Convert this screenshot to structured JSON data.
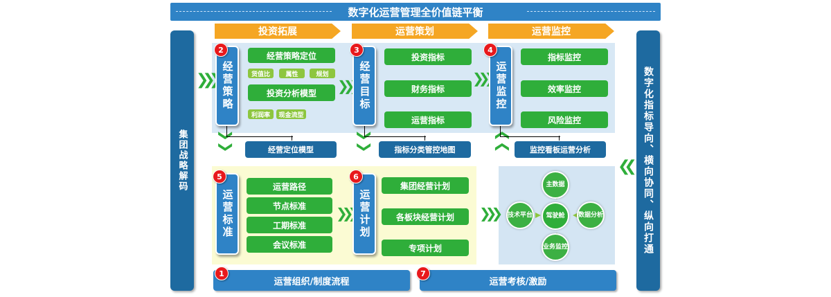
{
  "title": "数字化运营管理全价值链平衡",
  "left_side": "集团战略解码",
  "right_side": "数字化指标导向、横向协同、纵向打通",
  "phases": [
    "投资拓展",
    "运营策划",
    "运营监控"
  ],
  "modules": [
    {
      "num": "2",
      "title": "经营策略",
      "items": [
        "经营策略定位",
        "投资分析模型"
      ],
      "small_tags_1": [
        "货值比",
        "属性",
        "规划"
      ],
      "small_tags_2": [
        "利润率",
        "现金流型"
      ]
    },
    {
      "num": "3",
      "title": "经营目标",
      "items": [
        "投资指标",
        "财务指标",
        "运营指标"
      ]
    },
    {
      "num": "4",
      "title": "运营监控",
      "items": [
        "指标监控",
        "效率监控",
        "风险监控"
      ]
    },
    {
      "num": "5",
      "title": "运营标准",
      "items": [
        "运营路径",
        "节点标准",
        "工期标准",
        "会议标准"
      ]
    },
    {
      "num": "6",
      "title": "运营计划",
      "items": [
        "集团经营计划",
        "各板块经营计划",
        "专项计划"
      ]
    }
  ],
  "middle_boxes": [
    "经营定位模型",
    "指标分类管控地图",
    "监控看板运营分析"
  ],
  "cockpit": {
    "center": "驾驶舱",
    "top": "主数据",
    "left": "技术平台",
    "right": "数据分析",
    "bottom": "业务监控"
  },
  "bottom_bars": [
    {
      "num": "1",
      "label": "运营组织/制度流程"
    },
    {
      "num": "7",
      "label": "运营考核/激励"
    }
  ],
  "colors": {
    "primary_blue": "#2f83c6",
    "dark_blue": "#1e6aa0",
    "green": "#2fae3a",
    "light_green": "#8dc63f",
    "orange": "#f5a623",
    "badge_red": "#e8191c"
  }
}
